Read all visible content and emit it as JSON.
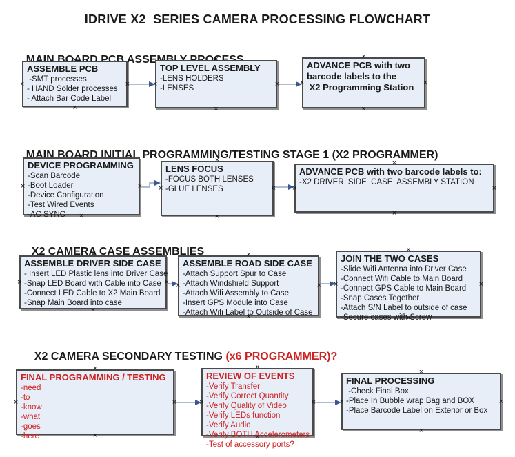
{
  "title": "IDRIVE X2  SERIES CAMERA PROCESSING FLOWCHART",
  "icons": {
    "connection_point": "×"
  },
  "colors": {
    "box_fill": "#e8eef7",
    "box_border": "#4a4a4a",
    "arrow_line": "#94a7c7",
    "arrow_head": "#3a5694",
    "accent_red": "#cc2222"
  },
  "sections": [
    {
      "heading": "MAIN BOARD PCB ASSEMBLY PROCESS",
      "heading_red": "",
      "boxes": [
        {
          "title": "ASSEMBLE PCB",
          "items": [
            " -SMT processes",
            "- HAND Solder processes",
            "- Attach Bar Code Label"
          ]
        },
        {
          "title": "TOP LEVEL ASSEMBLY",
          "items": [
            "-LENS HOLDERS",
            "-LENSES"
          ]
        },
        {
          "title": "ADVANCE PCB with two\nbarcode labels to the\n X2 Programming Station",
          "items": []
        }
      ]
    },
    {
      "heading": "MAIN BOARD INITIAL PROGRAMMING/TESTING STAGE 1 (X2 PROGRAMMER)",
      "heading_red": "",
      "boxes": [
        {
          "title": "DEVICE PROGRAMMING",
          "items": [
            "-Scan Barcode",
            "-Boot Loader",
            "-Device Configuration",
            "-Test Wired Events",
            "-AC SYNC"
          ]
        },
        {
          "title": "LENS FOCUS",
          "items": [
            "-FOCUS BOTH LENSES",
            "-GLUE LENSES"
          ]
        },
        {
          "title": "ADVANCE PCB with two barcode labels to:",
          "items": [
            "-X2 DRIVER  SIDE  CASE  ASSEMBLY STATION"
          ]
        }
      ]
    },
    {
      "heading": "X2 CAMERA CASE ASSEMBLIES",
      "heading_red": "",
      "boxes": [
        {
          "title": "ASSEMBLE DRIVER SIDE CASE",
          "items": [
            "- Insert LED Plastic lens into Driver Case",
            "-Snap LED Board with Cable into Case",
            "-Connect LED Cable to X2 Main Board",
            "-Snap Main Board into case"
          ]
        },
        {
          "title": "ASSEMBLE ROAD SIDE CASE",
          "items": [
            "-Attach Support Spur to Case",
            "-Attach Windshield Support",
            "-Attach Wifi Assembly to Case",
            "-Insert GPS Module into Case",
            "-Attach Wifi Label to Outside of Case"
          ]
        },
        {
          "title": "JOIN THE TWO CASES",
          "items": [
            "-Slide Wifi Antenna into Driver Case",
            "-Connect Wifi Cable to Main Board",
            "-Connect GPS Cable to Main Board",
            "-Snap Cases Together",
            "-Attach S/N Label to outside of case",
            "-Secure cases with Screw"
          ]
        }
      ]
    },
    {
      "heading": "X2 CAMERA SECONDARY TESTING ",
      "heading_red": "(x6 PROGRAMMER)?",
      "boxes": [
        {
          "title": "FINAL PROGRAMMING / TESTING",
          "items": [
            "-need",
            "-to",
            "-know",
            "-what",
            "-goes",
            "-here"
          ]
        },
        {
          "title": "REVIEW OF EVENTS",
          "items": [
            "-Verify Transfer",
            "-Verify Correct Quantity",
            "-Verify Quality of Video",
            "-Verify LEDs function",
            "-Verify Audio",
            "-Verify BOTH Accelerometers",
            "-Test of accessory ports?"
          ]
        },
        {
          "title": "FINAL PROCESSING",
          "items": [
            " -Check Final Box",
            "-Place In Bubble wrap Bag and BOX",
            "-Place Barcode Label on Exterior or Box"
          ]
        }
      ]
    }
  ]
}
